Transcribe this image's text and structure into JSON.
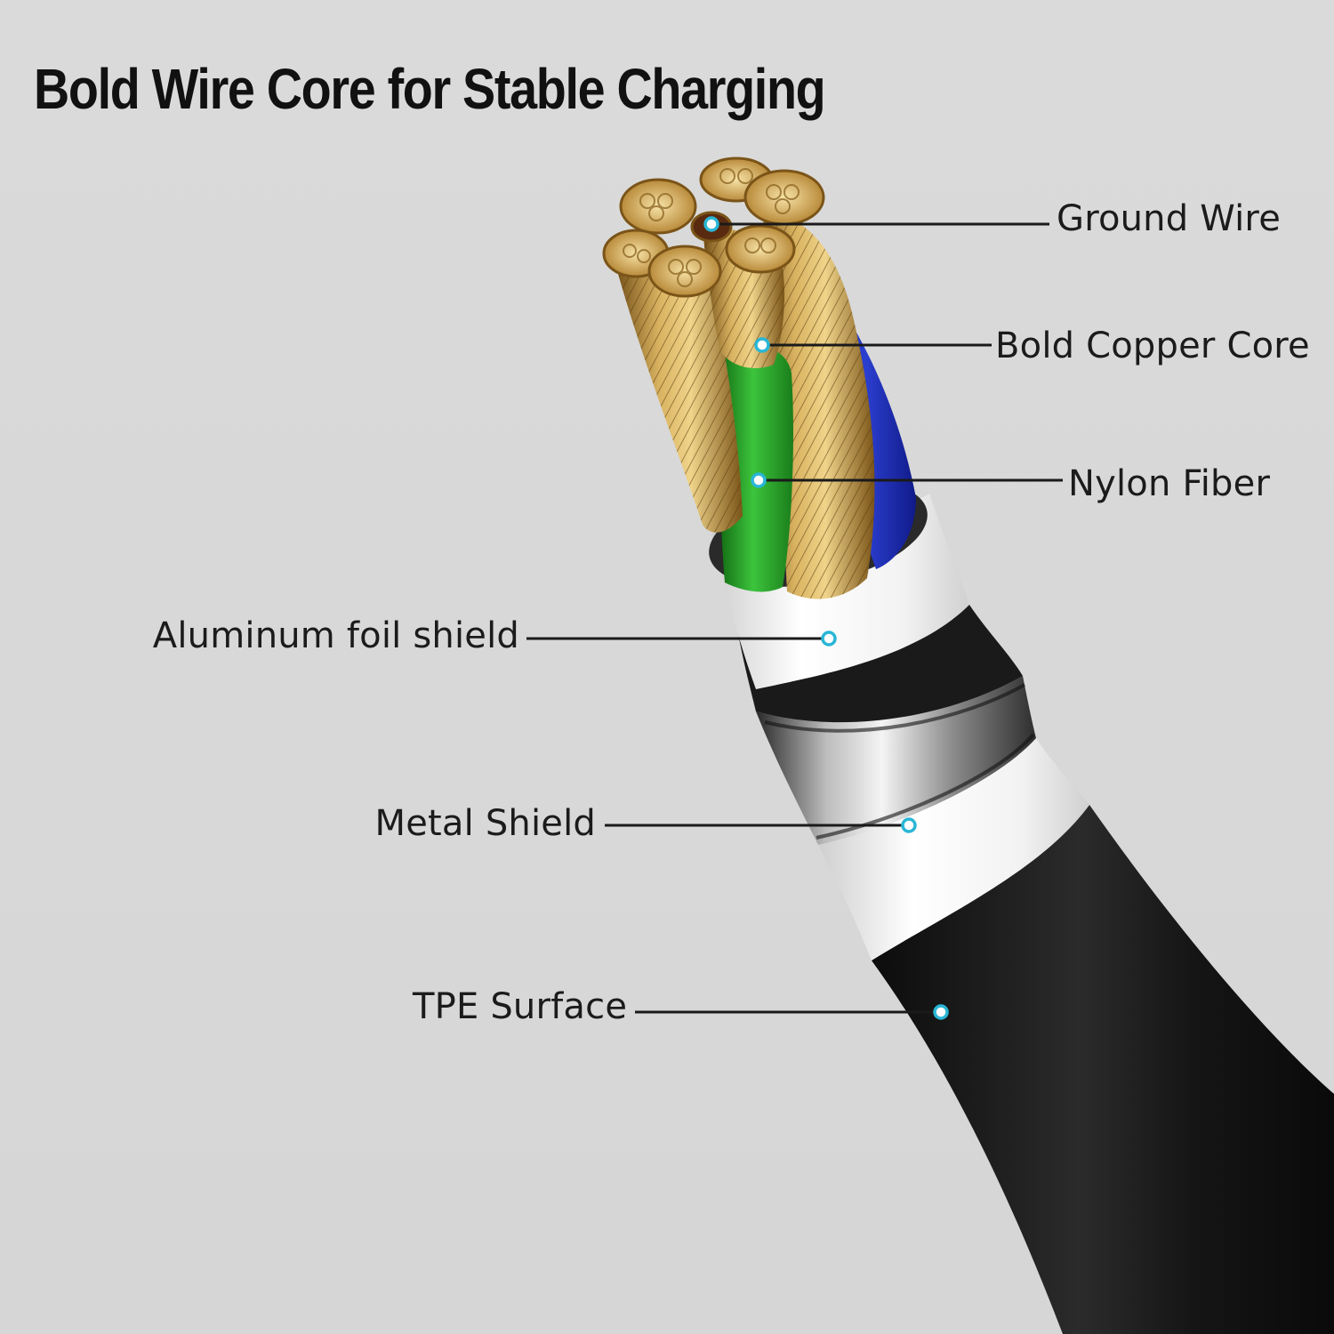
{
  "title": "Bold Wire Core for Stable Charging",
  "labels": {
    "ground_wire": "Ground Wire",
    "bold_copper_core": "Bold Copper Core",
    "nylon_fiber": "Nylon Fiber",
    "aluminum_foil_shield": "Aluminum foil shield",
    "metal_shield": "Metal Shield",
    "tpe_surface": "TPE Surface"
  },
  "colors": {
    "background": "#d8d8d8",
    "callout_dot": "#29b6d6",
    "callout_line": "#1a1a1a",
    "jacket": "#1c1c1c",
    "foil": "#ececec",
    "metal": "#9a9a9a",
    "copper": "#c8a04a",
    "green_wire": "#2aa82a",
    "blue_wire": "#1f2fb0"
  }
}
